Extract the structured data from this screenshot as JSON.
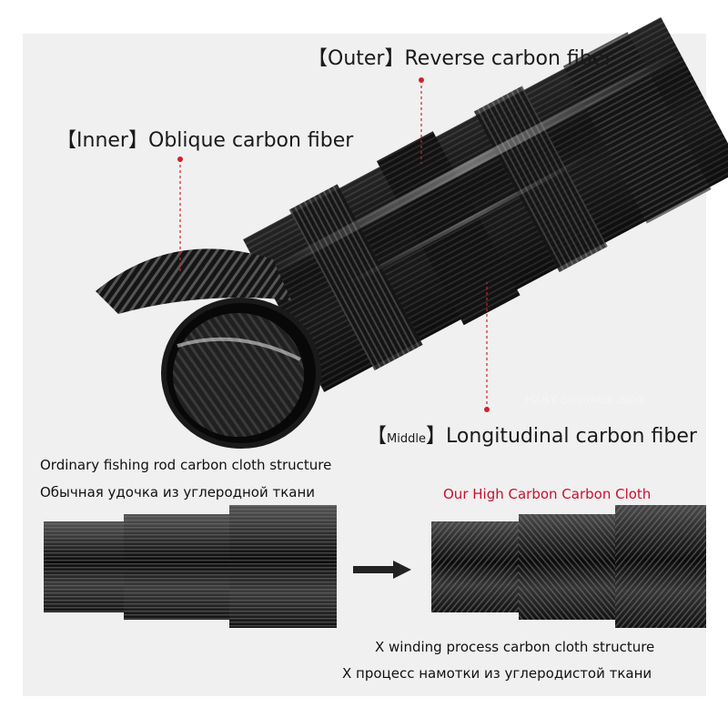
{
  "labels": {
    "outer": {
      "tag": "Outer",
      "text": "Reverse carbon fiber"
    },
    "inner": {
      "tag": "Inner",
      "text": "Oblique carbon fiber"
    },
    "middle": {
      "tag": "Middle",
      "text": "Longitudinal carbon fiber"
    }
  },
  "watermark": "HXBY Swimwear Store",
  "comparison": {
    "ordinary_en": "Ordinary fishing rod carbon cloth structure",
    "ordinary_ru": "Обычная удочка из углеродной ткани",
    "ours_title": "Our High Carbon Carbon Cloth",
    "x_en": "X winding process carbon cloth structure",
    "x_ru": "X процесс намотки из углеродистой ткани"
  },
  "colors": {
    "accent_red": "#c8102e",
    "leader_red": "#d0222a",
    "carbon_dark": "#111111"
  },
  "icons": {
    "arrow": "right-arrow-icon"
  }
}
